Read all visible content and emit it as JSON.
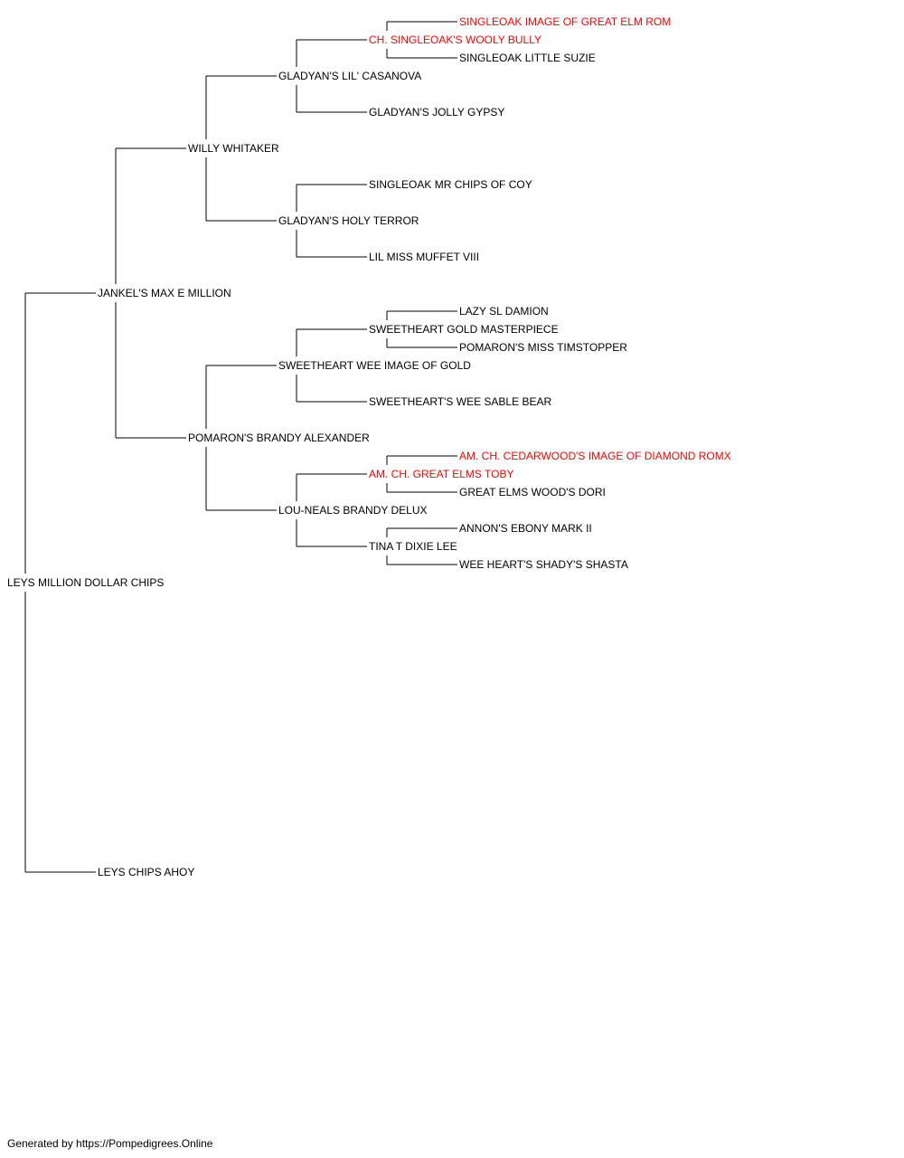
{
  "pedigree": {
    "name": "LEYS MILLION DOLLAR CHIPS",
    "sire": {
      "name": "JANKEL'S MAX E MILLION",
      "sire": {
        "name": "WILLY WHITAKER",
        "sire": {
          "name": "GLADYAN'S LIL' CASANOVA",
          "sire": {
            "name": "CH. SINGLEOAK'S WOOLY BULLY",
            "titled": true,
            "sire": {
              "name": "SINGLEOAK IMAGE OF GREAT ELM ROM",
              "titled": true
            },
            "dam": {
              "name": "SINGLEOAK LITTLE SUZIE"
            }
          },
          "dam": {
            "name": "GLADYAN'S JOLLY GYPSY"
          }
        },
        "dam": {
          "name": "GLADYAN'S HOLY TERROR",
          "sire": {
            "name": "SINGLEOAK MR CHIPS OF COY"
          },
          "dam": {
            "name": "LIL MISS MUFFET VIII"
          }
        }
      },
      "dam": {
        "name": "POMARON'S BRANDY ALEXANDER",
        "sire": {
          "name": "SWEETHEART WEE IMAGE OF GOLD",
          "sire": {
            "name": "SWEETHEART GOLD MASTERPIECE",
            "sire": {
              "name": "LAZY SL DAMION"
            },
            "dam": {
              "name": "POMARON'S MISS TIMSTOPPER"
            }
          },
          "dam": {
            "name": "SWEETHEART'S WEE SABLE BEAR"
          }
        },
        "dam": {
          "name": "LOU-NEALS BRANDY DELUX",
          "sire": {
            "name": "AM. CH. GREAT ELMS TOBY",
            "titled": true,
            "sire": {
              "name": "AM. CH. CEDARWOOD'S IMAGE OF DIAMOND ROMX",
              "titled": true
            },
            "dam": {
              "name": "GREAT ELMS WOOD'S DORI"
            }
          },
          "dam": {
            "name": "TINA T DIXIE LEE",
            "sire": {
              "name": "ANNON'S EBONY MARK II"
            },
            "dam": {
              "name": "WEE HEART'S SHADY'S SHASTA"
            }
          }
        }
      }
    },
    "dam": {
      "name": "LEYS CHIPS AHOY"
    }
  },
  "footer": "Generated by https://Pompedigrees.Online",
  "colors": {
    "text": "#000000",
    "titled": "#ff0000",
    "line": "#000000",
    "background": "#ffffff"
  }
}
